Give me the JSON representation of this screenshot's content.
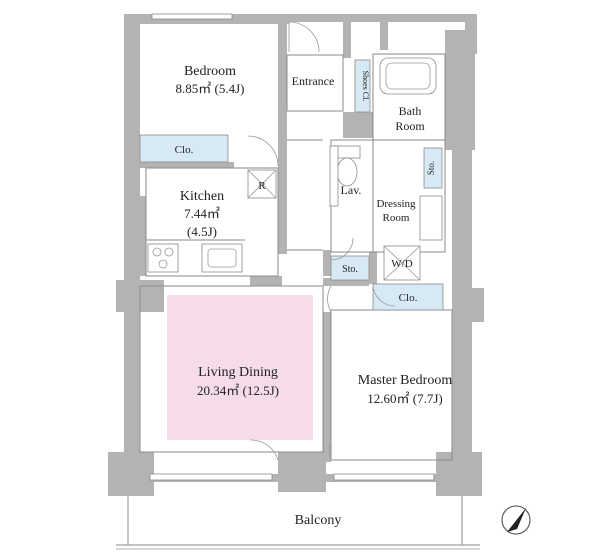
{
  "rooms": {
    "bedroom": {
      "name": "Bedroom",
      "area": "8.85㎡ (5.4J)"
    },
    "kitchen": {
      "name": "Kitchen",
      "area": "7.44㎡",
      "tatami": "(4.5J)",
      "fridge": "R"
    },
    "living": {
      "name": "Living Dining",
      "area": "20.34㎡ (12.5J)"
    },
    "master": {
      "name": "Master Bedroom",
      "area": "12.60㎡ (7.7J)"
    },
    "entrance": {
      "name": "Entrance"
    },
    "bath": {
      "line1": "Bath",
      "line2": "Room"
    },
    "dressing": {
      "line1": "Dressing",
      "line2": "Room"
    },
    "lav": {
      "name": "Lav."
    },
    "balcony": {
      "name": "Balcony"
    }
  },
  "storage": {
    "clo_bedroom": "Clo.",
    "clo_master": "Clo.",
    "sto_hall": "Sto.",
    "sto_dressing": "Sto.",
    "shoes": "Shoes Cl.",
    "wd": "W/D"
  },
  "colors": {
    "living_highlight": "#f5dce8",
    "storage_fill": "#d6e9f4",
    "wall": "#b3b3b3"
  },
  "icons": {
    "north": "north-arrow-icon"
  }
}
